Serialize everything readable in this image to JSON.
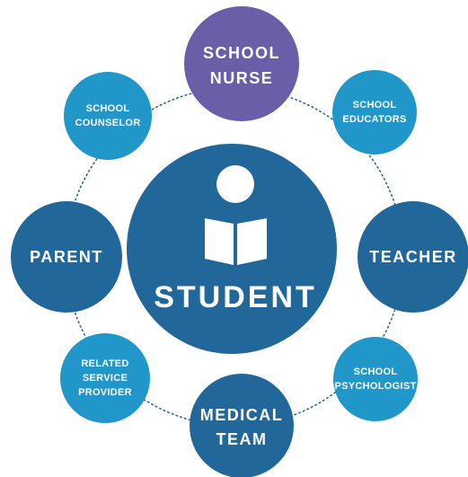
{
  "center": {
    "label": "STUDENT",
    "icon": "student-reading-icon"
  },
  "nodes": {
    "school_nurse": {
      "line1": "SCHOOL",
      "line2": "NURSE"
    },
    "school_educators": {
      "line1": "SCHOOL",
      "line2": "EDUCATORS"
    },
    "teacher": {
      "line1": "TEACHER"
    },
    "school_psychologist": {
      "line1": "SCHOOL",
      "line2": "PSYCHOLOGIST"
    },
    "medical_team": {
      "line1": "MEDICAL",
      "line2": "TEAM"
    },
    "related_service_provider": {
      "line1": "RELATED",
      "line2": "SERVICE",
      "line3": "PROVIDER"
    },
    "parent": {
      "line1": "PARENT"
    },
    "school_counselor": {
      "line1": "SCHOOL",
      "line2": "COUNSELOR"
    }
  },
  "colors": {
    "primary_blue": "#22679a",
    "highlight_purple": "#6b5ea8",
    "light_blue": "#2196c8",
    "connector": "#2b6a9a",
    "text": "#ffffff"
  }
}
